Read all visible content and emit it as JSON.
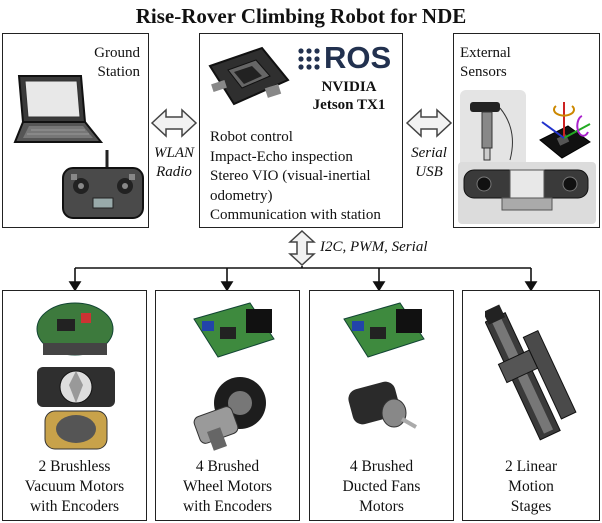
{
  "title": "Rise-Rover Climbing Robot for NDE",
  "ground_station": {
    "line1": "Ground",
    "line2": "Station"
  },
  "link_left": {
    "line1": "WLAN",
    "line2": "Radio"
  },
  "center": {
    "ros_logo": "ROS",
    "board_line1": "NVIDIA",
    "board_line2": "Jetson TX1",
    "functions": [
      "Robot control",
      "Impact-Echo inspection",
      "Stereo VIO (visual-inertial",
      "odometry)",
      "Communication with station"
    ]
  },
  "link_right": {
    "line1": "Serial",
    "line2": "USB"
  },
  "external_sensors": {
    "line1": "External",
    "line2": "Sensors"
  },
  "bus_label": "I2C, PWM, Serial",
  "modules": [
    {
      "lines": [
        "2 Brushless",
        "Vacuum Motors",
        "with Encoders"
      ]
    },
    {
      "lines": [
        "4 Brushed",
        "Wheel Motors",
        "with Encoders"
      ]
    },
    {
      "lines": [
        "4 Brushed",
        "Ducted Fans",
        "Motors"
      ]
    },
    {
      "lines": [
        "2 Linear",
        "Motion",
        "Stages"
      ]
    }
  ]
}
